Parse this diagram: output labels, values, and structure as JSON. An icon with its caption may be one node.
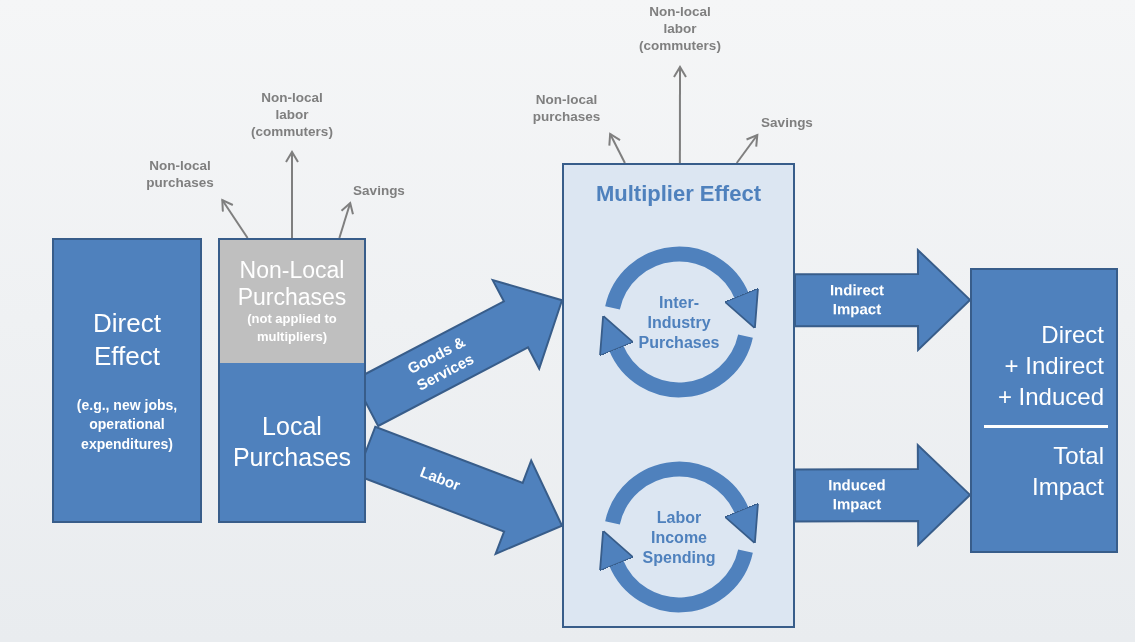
{
  "diagram": {
    "nodes": [
      {
        "text": [
          "Direct Effect",
          "(e.g., new jobs, operational expenditures)"
        ]
      },
      {
        "text": [
          "Non-Local Purchases",
          "(not applied to multipliers)"
        ]
      },
      {
        "text": [
          "Local Purchases"
        ]
      },
      {
        "text": [
          "Non-local purchases"
        ]
      },
      {
        "text": [
          "Non-local labor (commuters)"
        ]
      },
      {
        "text": [
          "Savings"
        ]
      },
      {
        "text": [
          "Multiplier Effect"
        ]
      },
      {
        "text": [
          "Inter- Industry Purchases"
        ],
        "in": 6
      },
      {
        "text": [
          "Labor Income Spending"
        ],
        "in": 6
      },
      {
        "text": [
          "Non-local purchases"
        ]
      },
      {
        "text": [
          "Non-local labor (commuters)"
        ]
      },
      {
        "text": [
          "Savings"
        ]
      },
      {
        "text": [
          "Direct + Indirect + Induced",
          "Total Impact"
        ]
      }
    ],
    "edges": [
      {
        "from": 1,
        "to": 3,
        "arrow": "to"
      },
      {
        "from": 1,
        "to": 4,
        "arrow": "to"
      },
      {
        "from": 1,
        "to": 5,
        "arrow": "to"
      },
      {
        "from": 2,
        "to": 6,
        "arrow": "to",
        "label": "Goods & Services",
        "style": "thick",
        "color": "#4f81bd"
      },
      {
        "from": 2,
        "to": 6,
        "arrow": "to",
        "label": "Labor",
        "style": "thick",
        "color": "#4f81bd"
      },
      {
        "from": 6,
        "to": 9,
        "arrow": "to"
      },
      {
        "from": 6,
        "to": 10,
        "arrow": "to"
      },
      {
        "from": 6,
        "to": 11,
        "arrow": "to"
      },
      {
        "from": 6,
        "to": 12,
        "arrow": "to",
        "label": "Indirect Impact",
        "style": "thick",
        "color": "#4f81bd"
      },
      {
        "from": 6,
        "to": 12,
        "arrow": "to",
        "label": "Induced Impact",
        "style": "thick",
        "color": "#4f81bd"
      }
    ]
  }
}
